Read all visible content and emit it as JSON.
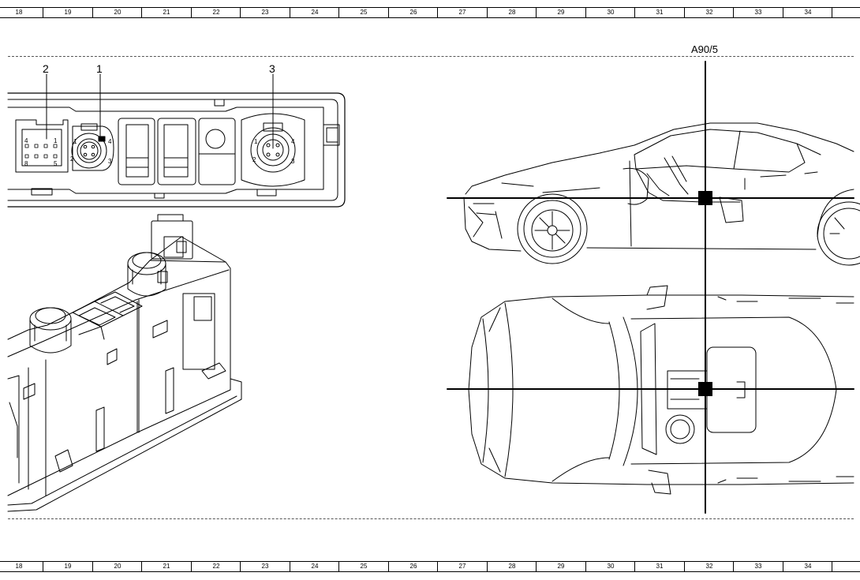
{
  "ruler": {
    "columns": [
      "18",
      "19",
      "20",
      "21",
      "22",
      "23",
      "24",
      "25",
      "26",
      "27",
      "28",
      "29",
      "30",
      "31",
      "32",
      "33",
      "34"
    ]
  },
  "component": {
    "ref_label": "A90/5",
    "callouts": [
      {
        "number": "2"
      },
      {
        "number": "1"
      },
      {
        "number": "3"
      }
    ],
    "connector_2_pins": [
      "4",
      "1",
      "8",
      "5"
    ],
    "connector_1_pins": [
      "1",
      "4",
      "2",
      "3"
    ],
    "connector_3_pins": [
      "1",
      "4",
      "2",
      "3"
    ]
  }
}
